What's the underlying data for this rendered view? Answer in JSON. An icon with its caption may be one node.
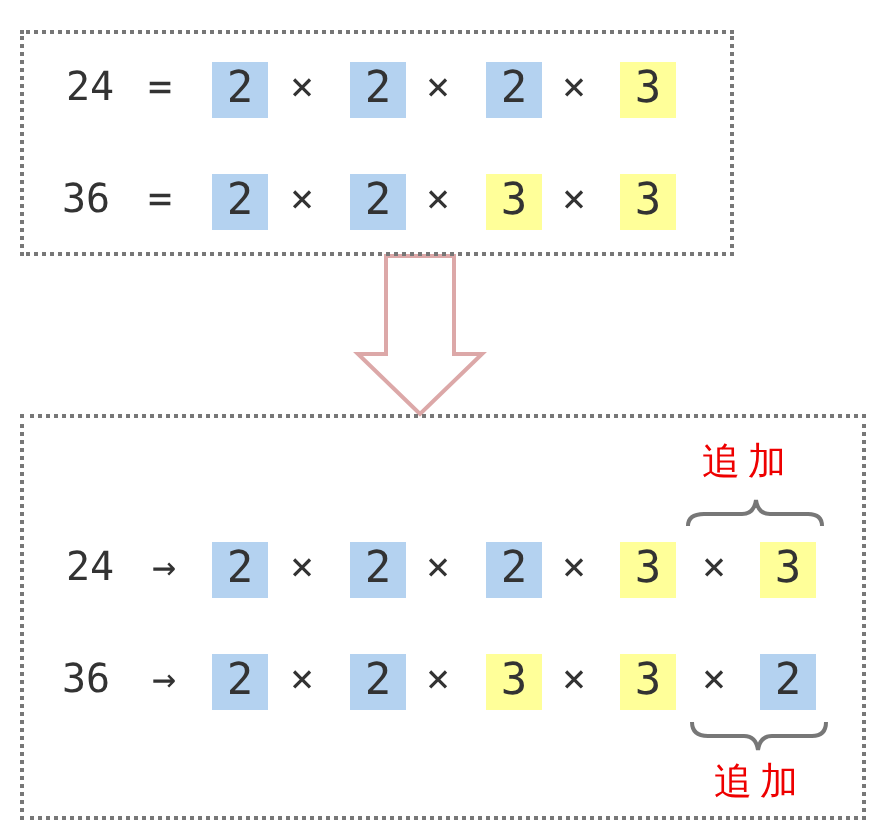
{
  "diagram": {
    "nodes": [
      {
        "text": [],
        "shape": "box"
      },
      {
        "text": [
          "2"
        ],
        "in": 0
      },
      {
        "text": [
          "2"
        ],
        "in": 0
      },
      {
        "text": [
          "2"
        ],
        "in": 0
      },
      {
        "text": [
          "3"
        ],
        "in": 0
      },
      {
        "text": [
          "2"
        ],
        "in": 0
      },
      {
        "text": [
          "2"
        ],
        "in": 0
      },
      {
        "text": [
          "3"
        ],
        "in": 0
      },
      {
        "text": [
          "3"
        ],
        "in": 0
      },
      {
        "text": [],
        "shape": "box"
      },
      {
        "text": [
          "2"
        ],
        "in": 9
      },
      {
        "text": [
          "2"
        ],
        "in": 9
      },
      {
        "text": [
          "2"
        ],
        "in": 9
      },
      {
        "text": [
          "3"
        ],
        "in": 9
      },
      {
        "text": [
          "3"
        ],
        "in": 9
      },
      {
        "text": [
          "2"
        ],
        "in": 9
      },
      {
        "text": [
          "2"
        ],
        "in": 9
      },
      {
        "text": [
          "3"
        ],
        "in": 9
      },
      {
        "text": [
          "3"
        ],
        "in": 9
      },
      {
        "text": [
          "2"
        ],
        "in": 9
      }
    ],
    "edges": [
      {
        "from": 0,
        "to": 9,
        "arrow": "to"
      }
    ],
    "labels": [
      "24",
      "=",
      "×",
      "×",
      "×",
      "36",
      "=",
      "×",
      "×",
      "×",
      "追加",
      "24",
      "→",
      "×",
      "×",
      "×",
      "×",
      "36",
      "→",
      "×",
      "×",
      "×",
      "×",
      "追加"
    ]
  }
}
